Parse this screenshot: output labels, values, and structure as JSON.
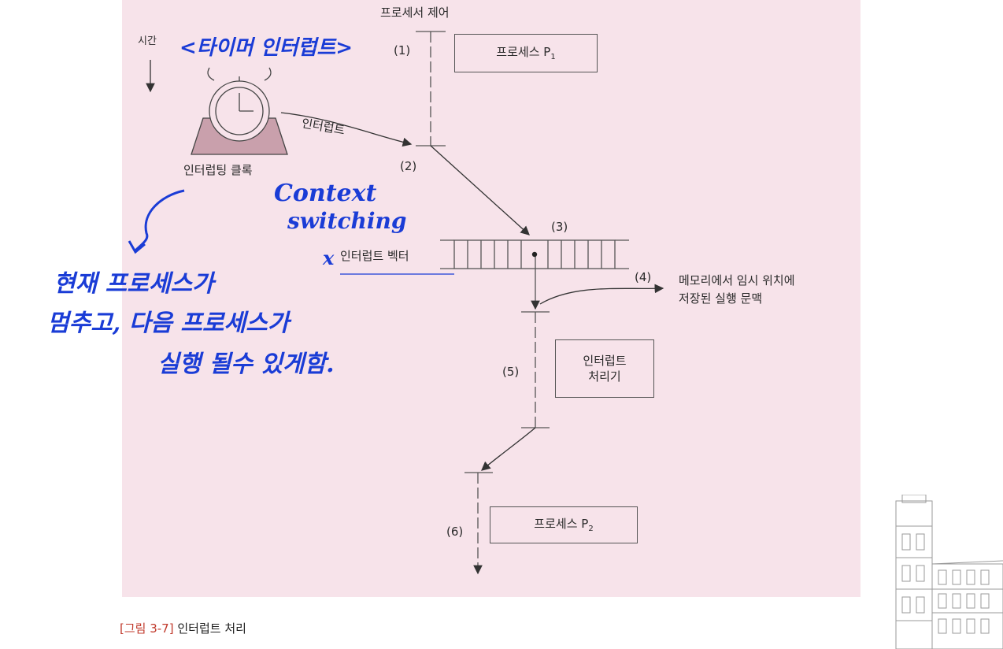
{
  "header": {
    "processor_control": "프로세서 제어",
    "time": "시간"
  },
  "clock": {
    "label": "인터럽팅 클록",
    "interrupt_arrow": "인터럽트"
  },
  "steps": [
    "(1)",
    "(2)",
    "(3)",
    "(4)",
    "(5)",
    "(6)"
  ],
  "process_p1": {
    "name": "프로세스 P",
    "sub": "1"
  },
  "process_p2": {
    "name": "프로세스 P",
    "sub": "2"
  },
  "interrupt_vector": "인터럽트 벡터",
  "saved_context": {
    "line1": "메모리에서 임시 위치에",
    "line2": "저장된 실행 문맥"
  },
  "handler": {
    "line1": "인터럽트",
    "line2": "처리기"
  },
  "caption": {
    "tag": "[그림 3-7]",
    "text": "인터럽트 처리"
  },
  "annotations": {
    "timer_interrupt": "<타이머 인터럽트>",
    "context_switching_1": "Context",
    "context_switching_2": "switching",
    "mark": "x",
    "note_line1": "현재 프로세스가",
    "note_line2": "멈추고, 다음 프로세스가",
    "note_line3": "실행 될수 있게함."
  },
  "colors": {
    "panel": "#f7e3ea",
    "ink": "#1a3cd6",
    "clock_fill": "#c9a0ac",
    "caption_tag": "#c0392b"
  }
}
